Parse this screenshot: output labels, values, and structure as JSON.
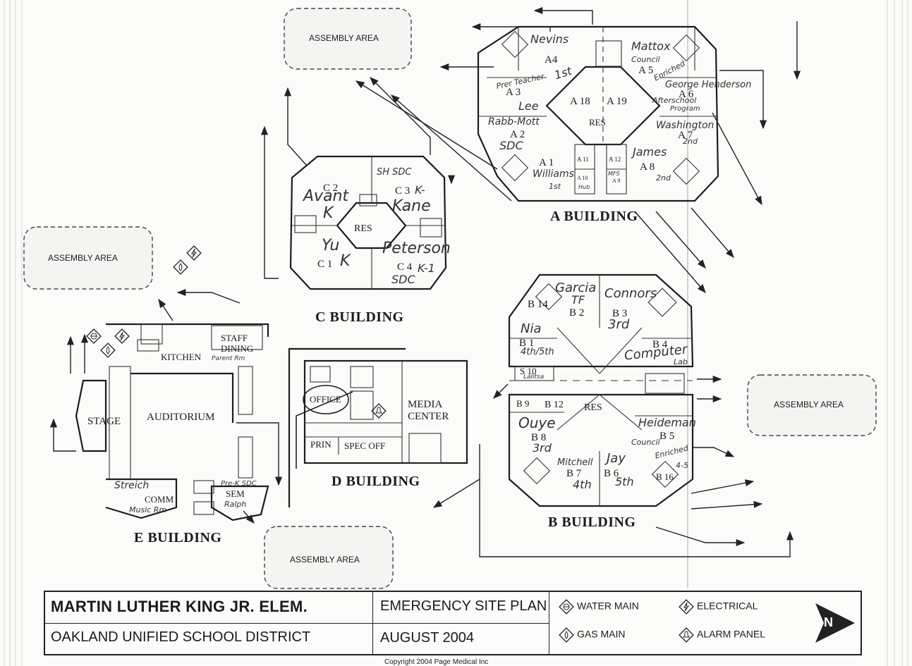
{
  "assembly_areas": [
    {
      "label": "ASSEMBLY AREA"
    },
    {
      "label": "ASSEMBLY AREA"
    },
    {
      "label": "ASSEMBLY AREA"
    },
    {
      "label": "ASSEMBLY AREA"
    }
  ],
  "buildings": {
    "a": {
      "name": "A BUILDING",
      "rooms": [
        "A4",
        "A 5",
        "A 3",
        "A 6",
        "A 2",
        "A 7",
        "A 1",
        "A 8",
        "A 18",
        "A 19",
        "RES",
        "A 11",
        "A 10",
        "A 12",
        "A 9"
      ],
      "notes": [
        "Nevins",
        "1st",
        "Mattox",
        "Council",
        "Enriched",
        "Prer Teacher",
        "Lee",
        "George Henderson",
        "Afterschool",
        "Program",
        "Rabb-Mott",
        "SDC",
        "Washington",
        "2nd",
        "Williams",
        "1st",
        "James",
        "2nd",
        "Hub",
        "MFS"
      ]
    },
    "c": {
      "name": "C BUILDING",
      "rooms": [
        "C 2",
        "C 3",
        "C 1",
        "C 4",
        "RES"
      ],
      "notes": [
        "Avant",
        "K",
        "SH SDC",
        "K-",
        "Kane",
        "Yu",
        "K",
        "Peterson",
        "K-1",
        "SDC"
      ]
    },
    "b": {
      "name": "B BUILDING",
      "rooms": [
        "B 14",
        "B 2",
        "B 3",
        "B 1",
        "B 4",
        "S 10",
        "B 9",
        "B 12",
        "RES",
        "B 8",
        "B 5",
        "B 7",
        "B 6",
        "B 16"
      ],
      "notes": [
        "Garcia",
        "TF",
        "Connors",
        "3rd",
        "Nia",
        "4th/5th",
        "Computer",
        "Lab",
        "Lalitsa",
        "Ouye",
        "3rd",
        "Heideman",
        "Council",
        "Enriched",
        "4-5",
        "Mitchell",
        "4th",
        "Jay",
        "5th"
      ]
    },
    "d": {
      "name": "D BUILDING",
      "rooms": [
        "OFFICE",
        "MEDIA CENTER",
        "PRIN",
        "SPEC OFF"
      ]
    },
    "e": {
      "name": "E BUILDING",
      "rooms": [
        "KITCHEN",
        "STAFF DINING",
        "STAGE",
        "AUDITORIUM",
        "COMM",
        "SEM"
      ],
      "notes": [
        "Parent Rm",
        "Streich",
        "Music Rm",
        "Pre-K SDC",
        "Ralph"
      ]
    }
  },
  "title_block": {
    "school": "MARTIN LUTHER KING JR. ELEM.",
    "district": "OAKLAND UNIFIED SCHOOL DISTRICT",
    "plan": "EMERGENCY SITE PLAN",
    "date": "AUGUST 2004",
    "north": "N"
  },
  "legend": [
    {
      "icon": "water-main-icon",
      "label": "WATER MAIN"
    },
    {
      "icon": "electrical-icon",
      "label": "ELECTRICAL"
    },
    {
      "icon": "gas-main-icon",
      "label": "GAS MAIN"
    },
    {
      "icon": "alarm-panel-icon",
      "label": "ALARM PANEL"
    }
  ],
  "copyright": "Copyright 2004  Page Medical Inc"
}
